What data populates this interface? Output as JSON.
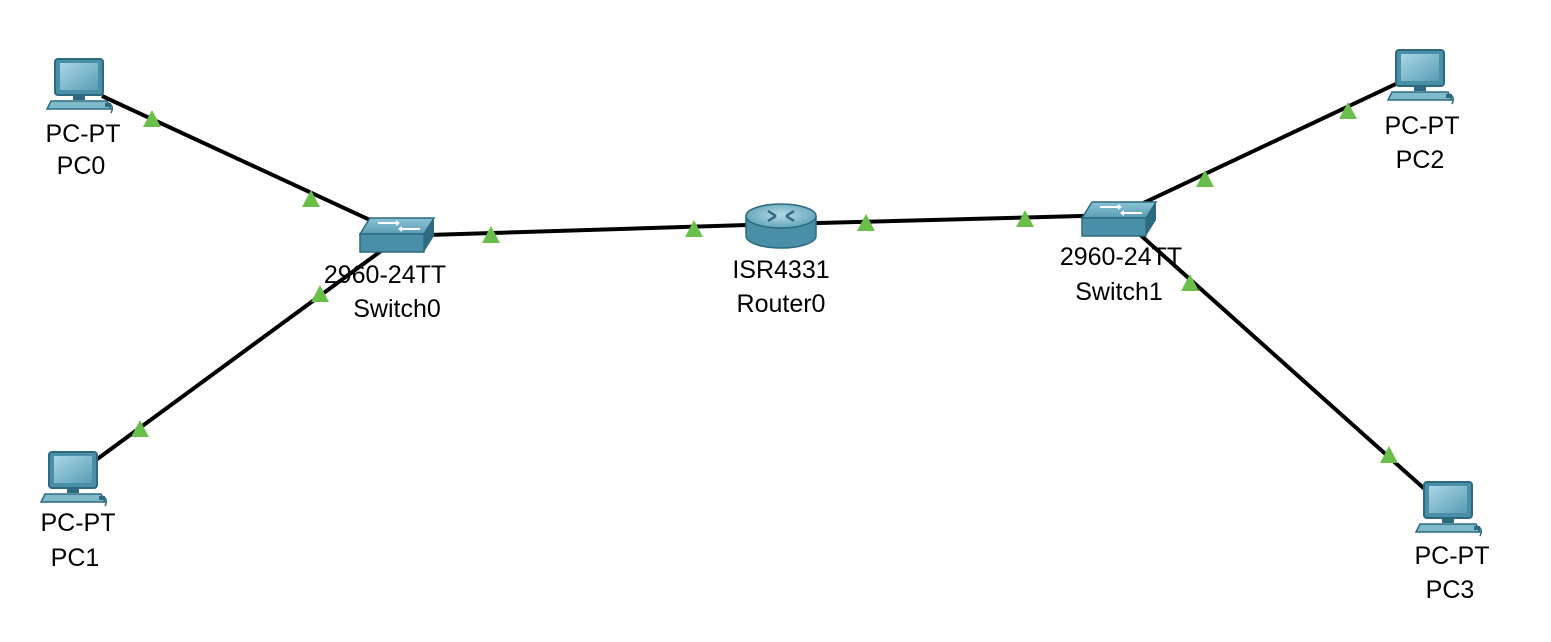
{
  "colors": {
    "background": "#ffffff",
    "link": "#000000",
    "link_status_up": "#6abf4b",
    "device_blue": "#4a8fa8",
    "device_blue_light": "#7fb9cc",
    "device_blue_dark": "#2d6a80"
  },
  "devices": [
    {
      "id": "pc0",
      "icon": "pc-icon",
      "model": "PC-PT",
      "name": "PC0"
    },
    {
      "id": "pc1",
      "icon": "pc-icon",
      "model": "PC-PT",
      "name": "PC1"
    },
    {
      "id": "switch0",
      "icon": "switch-icon",
      "model": "2960-24TT",
      "name": "Switch0"
    },
    {
      "id": "router0",
      "icon": "router-icon",
      "model": "ISR4331",
      "name": "Router0"
    },
    {
      "id": "switch1",
      "icon": "switch-icon",
      "model": "2960-24TT",
      "name": "Switch1"
    },
    {
      "id": "pc2",
      "icon": "pc-icon",
      "model": "PC-PT",
      "name": "PC2"
    },
    {
      "id": "pc3",
      "icon": "pc-icon",
      "model": "PC-PT",
      "name": "PC3"
    }
  ],
  "links": [
    {
      "from": "pc0",
      "to": "switch0",
      "status": "up"
    },
    {
      "from": "pc1",
      "to": "switch0",
      "status": "up"
    },
    {
      "from": "switch0",
      "to": "router0",
      "status": "up"
    },
    {
      "from": "router0",
      "to": "switch1",
      "status": "up"
    },
    {
      "from": "switch1",
      "to": "pc2",
      "status": "up"
    },
    {
      "from": "switch1",
      "to": "pc3",
      "status": "up"
    }
  ]
}
